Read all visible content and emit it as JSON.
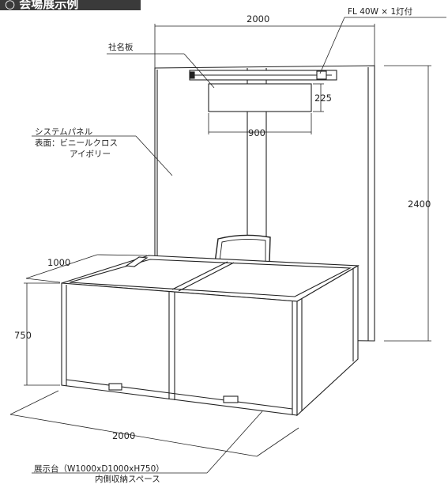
{
  "header": {
    "text": "○ 会場展示例"
  },
  "labels": {
    "light": "FL 40W × 1灯付",
    "nameplate": "社名板",
    "panel_line1": "システムパネル",
    "panel_line2": "表面：ビニールクロス",
    "panel_line3": "アイボリー",
    "stand_line1": "展示台（W1000xD1000xH750）",
    "stand_line2": "内側収納スペース"
  },
  "dimensions": {
    "top_width": "2000",
    "sign_height": "225",
    "sign_width": "900",
    "panel_height": "2400",
    "table_depth": "1000",
    "table_height": "750",
    "bottom_width": "2000"
  }
}
